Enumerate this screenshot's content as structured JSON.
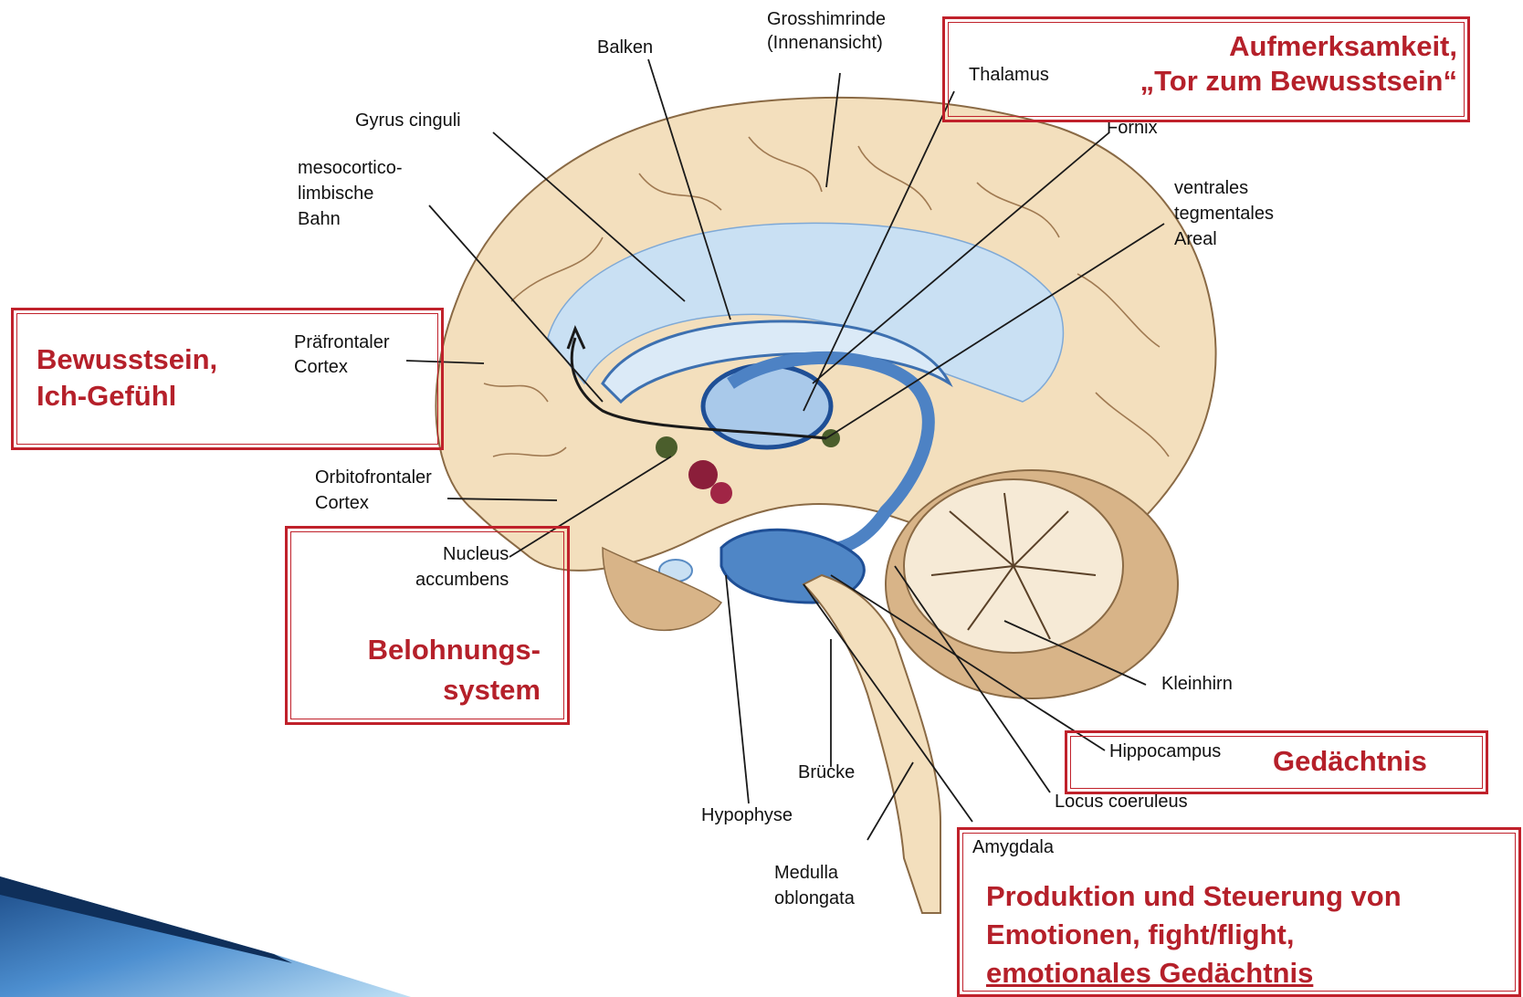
{
  "labels": {
    "balken": "Balken",
    "grosshirnrinde": "Grosshimrinde\n(Innenansicht)",
    "thalamus": "Thalamus",
    "fornix": "Fornix",
    "gyrus": "Gyrus cinguli",
    "mesocortico": "mesocortico-\nlimbische\nBahn",
    "ventrales": "ventrales\ntegmentales\nAreal",
    "praefrontal": "Präfrontaler\nCortex",
    "orbitofrontal": "Orbitofrontaler\nCortex",
    "nucleus": "Nucleus\naccumbens",
    "kleinhirn": "Kleinhirn",
    "hippocampus": "Hippocampus",
    "bruecke": "Brücke",
    "locus": "Locus coeruleus",
    "hypophyse": "Hypophyse",
    "amygdala": "Amygdala",
    "medulla": "Medulla\noblongata"
  },
  "boxes": {
    "aufmerksamkeit": "Aufmerksamkeit,\n„Tor zum Bewusstsein“",
    "bewusstsein": "Bewusstsein,\nIch-Gefühl",
    "belohnung": "Belohnungs-\nsystem",
    "gedaechtnis": "Gedächtnis",
    "emotionen_l1": "Produktion und Steuerung von",
    "emotionen_l2": "Emotionen, fight/flight,",
    "emotionen_l3": "emotionales Gedächtnis"
  },
  "colors": {
    "accent_red": "#c0212b",
    "cortex": "#f3dfbd",
    "limbic_blue": "#6f9fd6",
    "light_blue": "#c9e0f3"
  }
}
